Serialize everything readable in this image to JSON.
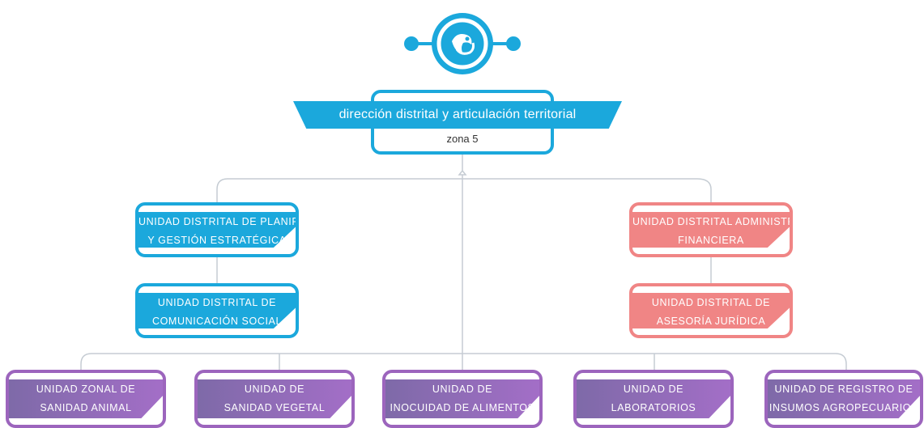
{
  "root": {
    "title": "dirección distrital y articulación territorial",
    "subtitle": "zona 5"
  },
  "left_units": [
    {
      "line1": "UNIDAD DISTRITAL DE PLANIFICACIÓN",
      "line2": "Y GESTIÓN ESTRATÉGICA"
    },
    {
      "line1": "UNIDAD DISTRITAL DE",
      "line2": "COMUNICACIÓN SOCIAL"
    }
  ],
  "right_units": [
    {
      "line1": "UNIDAD DISTRITAL ADMINISTRATIVA",
      "line2": "FINANCIERA"
    },
    {
      "line1": "UNIDAD DISTRITAL DE",
      "line2": "ASESORÍA JURÍDICA"
    }
  ],
  "bottom_units": [
    {
      "line1": "UNIDAD ZONAL DE",
      "line2": "SANIDAD ANIMAL"
    },
    {
      "line1": "UNIDAD DE",
      "line2": "SANIDAD VEGETAL"
    },
    {
      "line1": "UNIDAD DE",
      "line2": "INOCUIDAD DE ALIMENTOS"
    },
    {
      "line1": "UNIDAD DE",
      "line2": "LABORATORIOS"
    },
    {
      "line1": "UNIDAD DE REGISTRO DE",
      "line2": "INSUMOS AGROPECUARIOS"
    }
  ],
  "colors": {
    "primary": "#1ba8dc",
    "admin": "#f08585",
    "technical": "#9c65bd",
    "connector": "#c5ccd3"
  }
}
